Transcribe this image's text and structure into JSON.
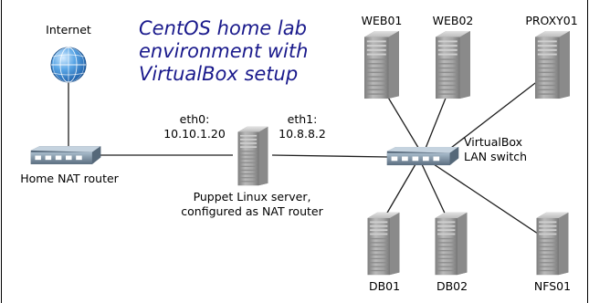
{
  "title": {
    "line1": "CentOS home lab",
    "line2": "environment with",
    "line3": "VirtualBox setup"
  },
  "labels": {
    "internet": "Internet",
    "home_router": "Home NAT router",
    "eth0_name": "eth0:",
    "eth0_ip": "10.10.1.20",
    "eth1_name": "eth1:",
    "eth1_ip": "10.8.8.2",
    "puppet_line1": "Puppet Linux server,",
    "puppet_line2": "configured as NAT router",
    "switch_line1": "VirtualBox",
    "switch_line2": "LAN switch"
  },
  "servers": {
    "web01": "WEB01",
    "web02": "WEB02",
    "proxy01": "PROXY01",
    "db01": "DB01",
    "db02": "DB02",
    "nfs01": "NFS01"
  },
  "colors": {
    "title": "#1a1a8c",
    "server_body": "#9a9a9a",
    "router_body": "#6f8496",
    "link_line": "#1e1e1e",
    "globe": "#2f7fd0"
  }
}
